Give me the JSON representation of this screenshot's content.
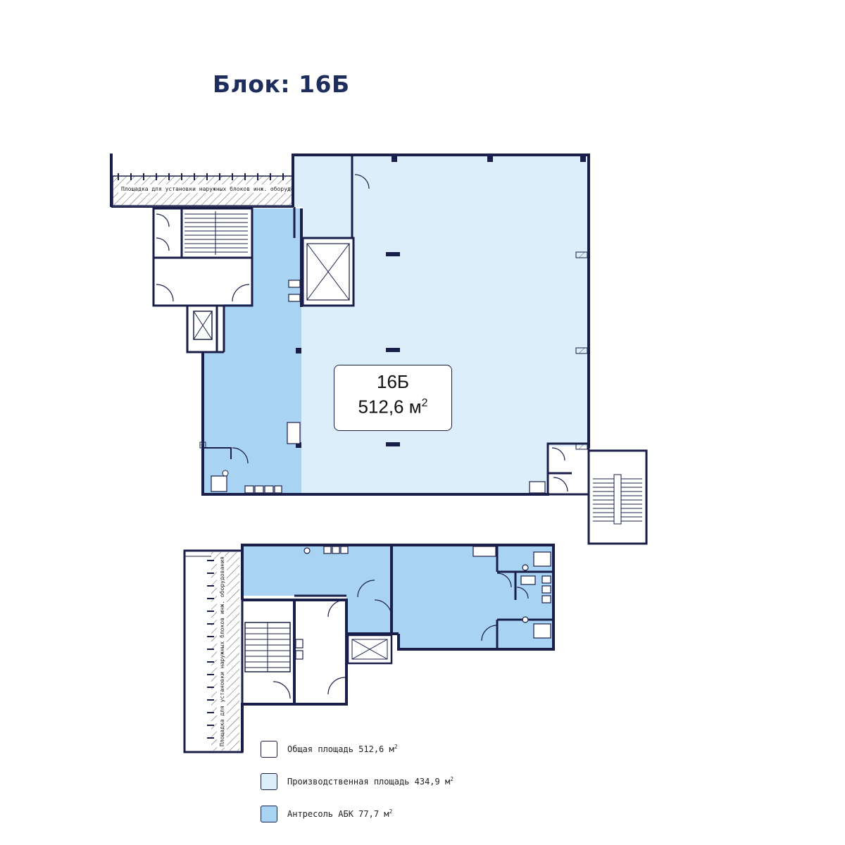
{
  "title": "Блок: 16Б",
  "unit": {
    "name": "16Б",
    "area_value": "512,6 м",
    "area_sup": "2"
  },
  "hatch_labels": {
    "top": "Площадка для установки наружных блоков инж. оборудования",
    "side": "Площадка для установки наружных блоков инж. оборудования"
  },
  "legend": [
    {
      "label": "Общая площадь 512,6 м",
      "sup": "2",
      "color": "#ffffff"
    },
    {
      "label": "Производственная площадь 434,9 м",
      "sup": "2",
      "color": "#dbeefa"
    },
    {
      "label": "Антресоль АБК 77,7 м",
      "sup": "2",
      "color": "#a9d3f2"
    }
  ],
  "colors": {
    "wall": "#1a1f4a",
    "production": "#dbeefa",
    "mezzanine": "#a9d3f2",
    "title": "#1f2d5c"
  }
}
